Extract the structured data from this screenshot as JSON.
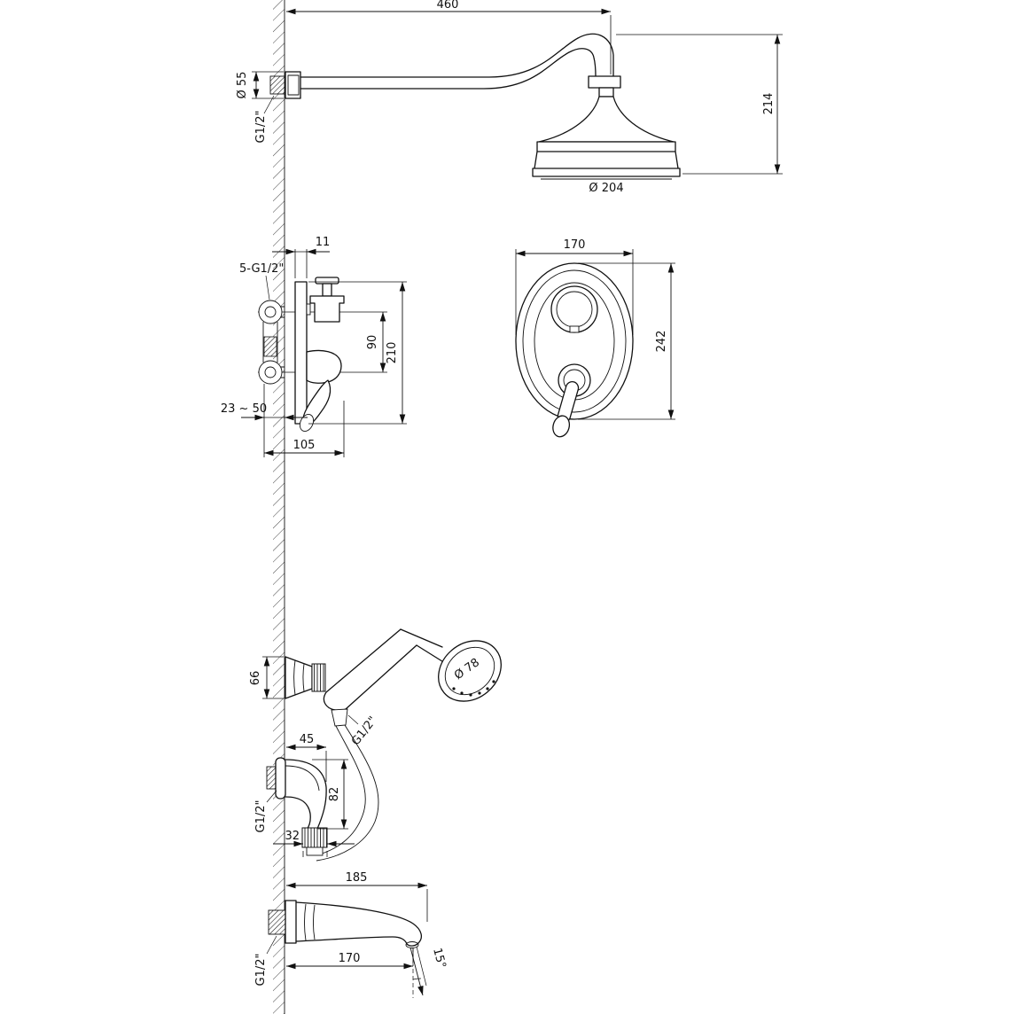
{
  "rain_shower": {
    "arm_reach": "460",
    "flange_diameter": "Ø 55",
    "flange_thread": "G1/2\"",
    "drop_height": "214",
    "head_diameter": "Ø 204"
  },
  "mixer_side": {
    "plate_thickness": "11",
    "connections": "5-G1/2\"",
    "port_spacing": "90",
    "plate_height": "210",
    "wall_depth_range": "23 ~ 50",
    "total_depth": "105"
  },
  "mixer_front": {
    "width": "170",
    "height": "242"
  },
  "hand_shower": {
    "bracket_size": "66",
    "head_diameter": "Ø 78",
    "hose_thread": "G1/2\""
  },
  "outlet_elbow": {
    "reach": "45",
    "height": "82",
    "nut_size": "32",
    "wall_thread": "G1/2\""
  },
  "tub_spout": {
    "length": "185",
    "reach": "170",
    "wall_thread": "G1/2\"",
    "stream_angle": "15°"
  }
}
